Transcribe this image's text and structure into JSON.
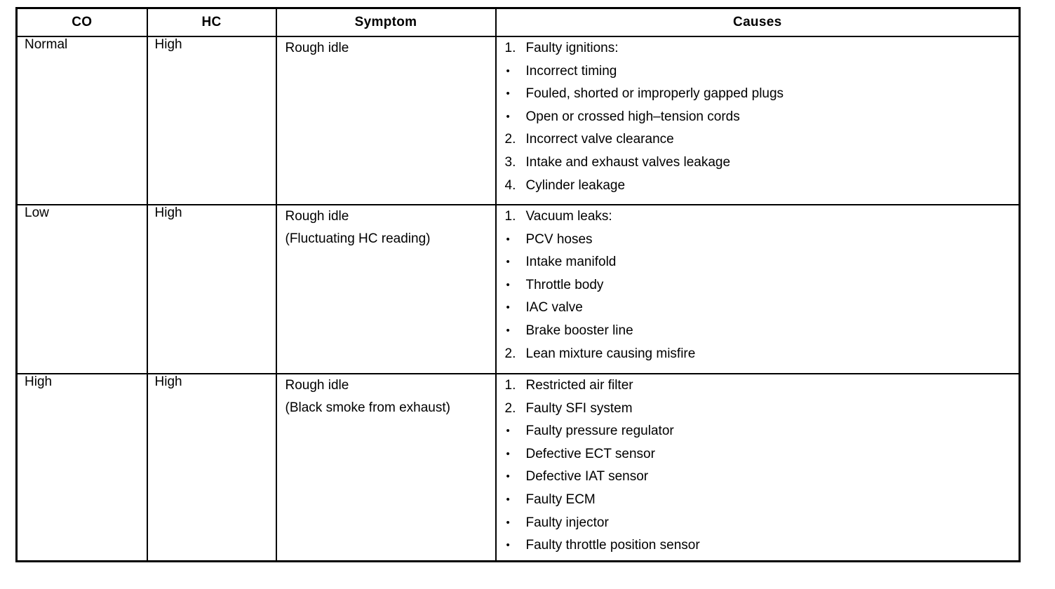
{
  "table": {
    "columns": [
      {
        "key": "co",
        "header": "CO"
      },
      {
        "key": "hc",
        "header": "HC"
      },
      {
        "key": "symptom",
        "header": "Symptom"
      },
      {
        "key": "causes",
        "header": "Causes"
      }
    ],
    "rows": [
      {
        "co": "Normal",
        "hc": "High",
        "symptom_primary": "Rough idle",
        "symptom_secondary": "",
        "causes": [
          {
            "marker": "1.",
            "type": "number",
            "text": "Faulty ignitions:"
          },
          {
            "marker": "•",
            "type": "bullet",
            "text": "Incorrect  timing"
          },
          {
            "marker": "•",
            "type": "bullet",
            "text": "Fouled, shorted or improperly gapped plugs"
          },
          {
            "marker": "•",
            "type": "bullet",
            "text": "Open or crossed high–tension cords"
          },
          {
            "marker": "2.",
            "type": "number",
            "text": "Incorrect valve clearance"
          },
          {
            "marker": "3.",
            "type": "number",
            "text": "Intake and exhaust valves leakage"
          },
          {
            "marker": "4.",
            "type": "number",
            "text": "Cylinder leakage"
          }
        ]
      },
      {
        "co": "Low",
        "hc": "High",
        "symptom_primary": "Rough idle",
        "symptom_secondary": "(Fluctuating HC reading)",
        "causes": [
          {
            "marker": "1.",
            "type": "number",
            "text": "Vacuum leaks:"
          },
          {
            "marker": "•",
            "type": "bullet",
            "text": "PCV hoses"
          },
          {
            "marker": "•",
            "type": "bullet",
            "text": "Intake manifold"
          },
          {
            "marker": "•",
            "type": "bullet",
            "text": "Throttle body"
          },
          {
            "marker": "•",
            "type": "bullet",
            "text": "IAC valve"
          },
          {
            "marker": "•",
            "type": "bullet",
            "text": "Brake booster line"
          },
          {
            "marker": "2.",
            "type": "number",
            "text": "Lean mixture causing misfire"
          }
        ]
      },
      {
        "co": "High",
        "hc": "High",
        "symptom_primary": "Rough idle",
        "symptom_secondary": "(Black smoke from exhaust)",
        "causes": [
          {
            "marker": "1.",
            "type": "number",
            "text": "Restricted air filter"
          },
          {
            "marker": "2.",
            "type": "number",
            "text": "Faulty SFI system"
          },
          {
            "marker": "•",
            "type": "bullet",
            "text": "Faulty pressure regulator"
          },
          {
            "marker": "•",
            "type": "bullet",
            "text": "Defective ECT sensor"
          },
          {
            "marker": "•",
            "type": "bullet",
            "text": "Defective IAT sensor"
          },
          {
            "marker": "•",
            "type": "bullet",
            "text": "Faulty ECM"
          },
          {
            "marker": "•",
            "type": "bullet",
            "text": "Faulty injector"
          },
          {
            "marker": "•",
            "type": "bullet",
            "text": "Faulty throttle position sensor"
          }
        ]
      }
    ]
  },
  "colors": {
    "border": "#000000",
    "text": "#000000",
    "background": "#ffffff"
  }
}
